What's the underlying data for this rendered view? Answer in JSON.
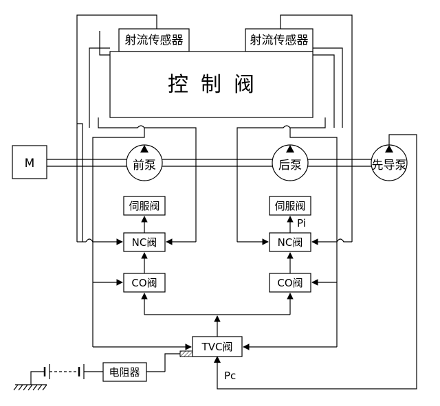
{
  "labels": {
    "motor": "M",
    "control_valve": "控制阀",
    "jet_sensor_left": "射流传感器",
    "jet_sensor_right": "射流传感器",
    "front_pump": "前泵",
    "rear_pump": "后泵",
    "pilot_pump": "先导泵",
    "servo_valve_left": "伺服阀",
    "servo_valve_right": "伺服阀",
    "nc_valve_left": "NC阀",
    "nc_valve_right": "NC阀",
    "co_valve_left": "CO阀",
    "co_valve_right": "CO阀",
    "tvc_valve": "TVC阀",
    "resistor": "电阻器",
    "pi_label": "Pi",
    "pc_label": "Pc"
  }
}
